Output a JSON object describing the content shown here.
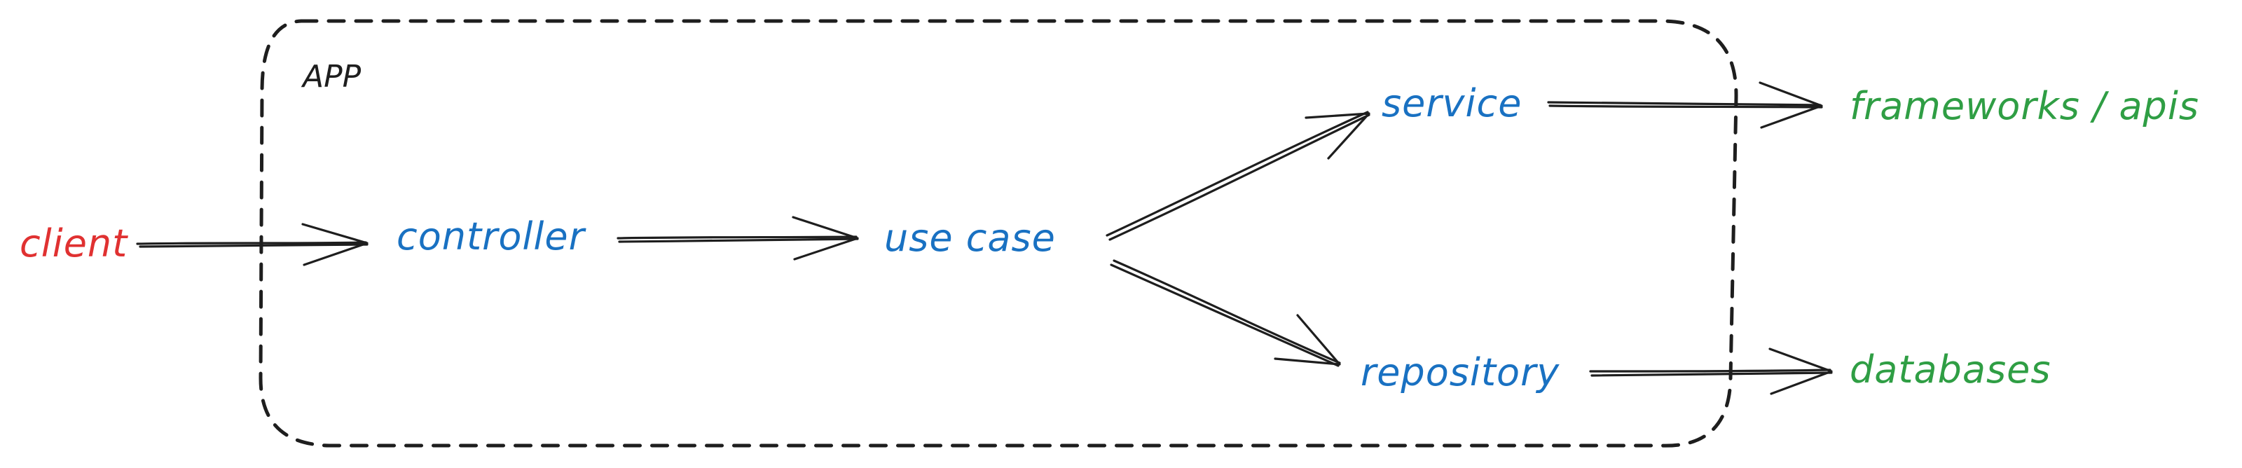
{
  "diagram": {
    "boundary": {
      "label": "APP",
      "style": "dashed"
    },
    "colors": {
      "external_source": "#e03131",
      "internal": "#1971c2",
      "external_target": "#2f9e44",
      "stroke": "#1e1e1e"
    },
    "nodes": {
      "client": "client",
      "controller": "controller",
      "use_case": "use case",
      "service": "service",
      "repository": "repository",
      "frameworks": "frameworks / apis",
      "databases": "databases"
    },
    "edges": [
      {
        "from": "client",
        "to": "controller"
      },
      {
        "from": "controller",
        "to": "use case"
      },
      {
        "from": "use case",
        "to": "service"
      },
      {
        "from": "use case",
        "to": "repository"
      },
      {
        "from": "service",
        "to": "frameworks / apis"
      },
      {
        "from": "repository",
        "to": "databases"
      }
    ]
  }
}
